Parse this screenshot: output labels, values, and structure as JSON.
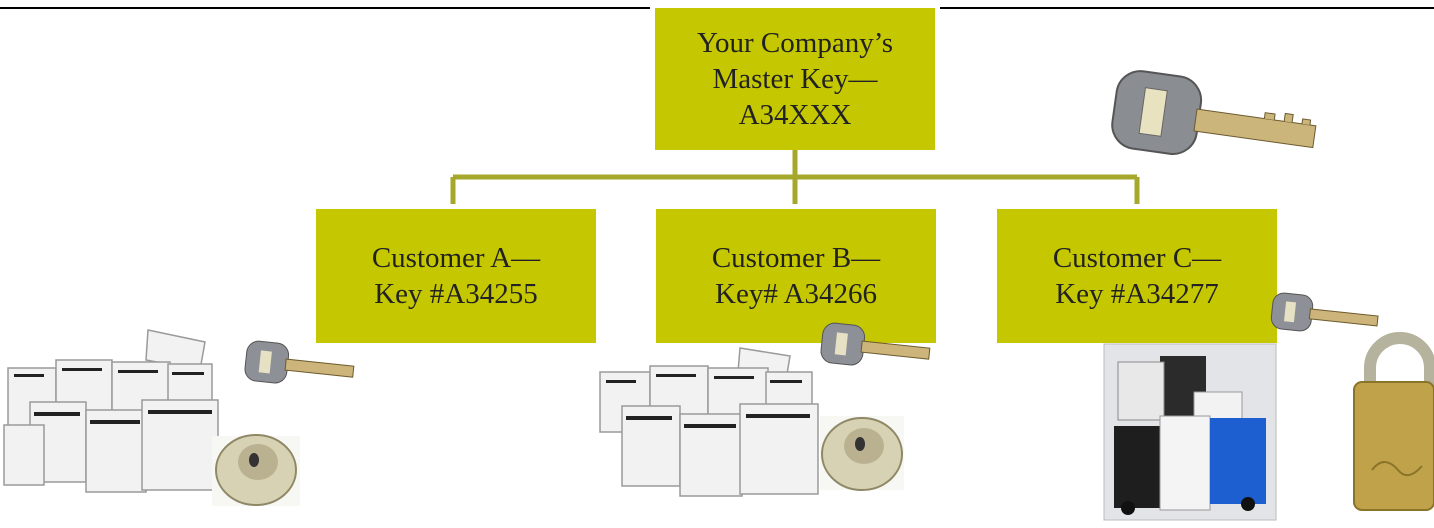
{
  "root": {
    "line1": "Your Company’s",
    "line2": "Master Key—",
    "line3": "A34XXX"
  },
  "customers": [
    {
      "line1": "Customer A—",
      "line2": "Key #A34255"
    },
    {
      "line1": "Customer B—",
      "line2": "Key# A34266"
    },
    {
      "line1": "Customer C—",
      "line2": "Key #A34277"
    }
  ],
  "colors": {
    "box": "#c5c800",
    "connector": "#a5a82a",
    "rule": "#000000"
  },
  "icons": [
    "master-key-icon",
    "key-icon",
    "lock-cylinder-icon",
    "padlock-icon",
    "mailbox-group-icon",
    "trash-bins-icon"
  ]
}
